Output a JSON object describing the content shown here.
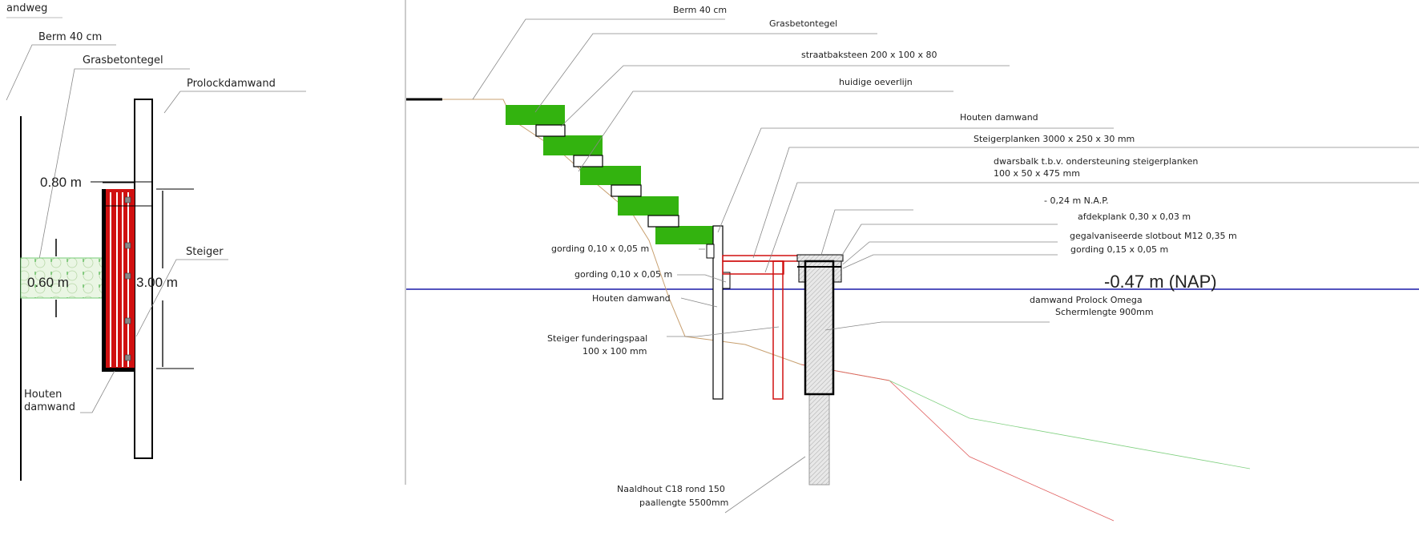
{
  "left_view": {
    "road_label": "andweg",
    "berm": "Berm 40 cm",
    "grasbeton": "Grasbetontegel",
    "prolock": "Prolockdamwand",
    "width_dim": "0.80 m",
    "grass_dim": "0.60 m",
    "steiger": "Steiger",
    "length_dim": "3.00 m",
    "houten_1": "Houten",
    "houten_2": "damwand"
  },
  "section_view": {
    "berm": "Berm 40 cm",
    "grasbeton": "Grasbetontegel",
    "straatbaksteen": "straatbaksteen 200 x 100 x 80",
    "oeverlijn": "huidige oeverlijn",
    "houten_damwand_top": "Houten damwand",
    "steigerplanken": "Steigerplanken 3000 x 250 x 30 mm",
    "dwarsbalk_1": "dwarsbalk t.b.v. ondersteuning steigerplanken",
    "dwarsbalk_2": "100 x 50 x 475 mm",
    "nap_024": "- 0,24 m N.A.P.",
    "afdekplank": "afdekplank 0,30 x 0,03 m",
    "slotbout": "gegalvaniseerde slotbout M12 0,35 m",
    "gording_015": "gording 0,15 x 0,05 m",
    "gording_010_a": "gording 0,10 x 0,05 m",
    "gording_010_b": "gording 0,10 x 0,05 m",
    "houten_damwand_low": "Houten damwand",
    "paal_1": "Steiger funderingspaal",
    "paal_2": "100 x 100 mm",
    "prolock_1": "damwand Prolock Omega",
    "prolock_2": "Schermlengte 900mm",
    "naald_1": "Naaldhout C18 rond 150",
    "naald_2": "paallengte 5500mm",
    "water_level": "-0.47 m (NAP)"
  },
  "colors": {
    "grass": "#33b30f",
    "steel": "#d01010",
    "water": "#1a1aa8",
    "soil": "#c8a070"
  }
}
